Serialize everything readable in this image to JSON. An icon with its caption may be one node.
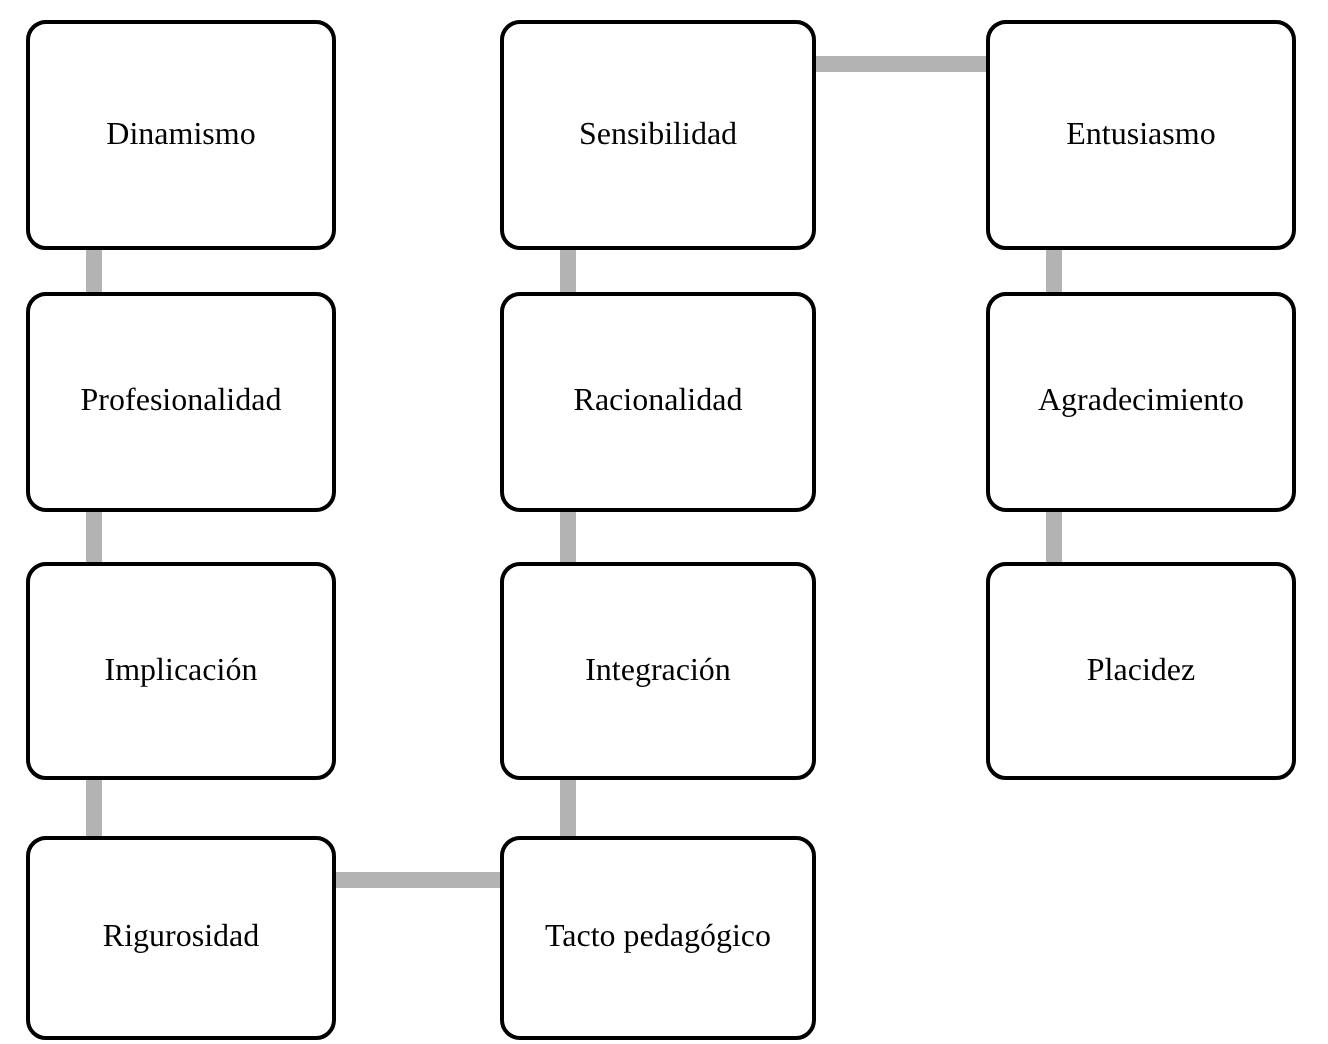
{
  "diagram": {
    "nodes": [
      {
        "text": [
          "Dinamismo"
        ]
      },
      {
        "text": [
          "Sensibilidad"
        ]
      },
      {
        "text": [
          "Entusiasmo"
        ]
      },
      {
        "text": [
          "Profesionalidad"
        ]
      },
      {
        "text": [
          "Racionalidad"
        ]
      },
      {
        "text": [
          "Agradecimiento"
        ]
      },
      {
        "text": [
          "Implicación"
        ]
      },
      {
        "text": [
          "Integración"
        ]
      },
      {
        "text": [
          "Placidez"
        ]
      },
      {
        "text": [
          "Rigurosidad"
        ]
      },
      {
        "text": [
          "Tacto pedagógico"
        ]
      }
    ],
    "edges": [
      {
        "from": 0,
        "to": 3,
        "arrow": "none"
      },
      {
        "from": 3,
        "to": 6,
        "arrow": "none"
      },
      {
        "from": 6,
        "to": 9,
        "arrow": "none"
      },
      {
        "from": 9,
        "to": 10,
        "arrow": "none"
      },
      {
        "from": 10,
        "to": 7,
        "arrow": "none"
      },
      {
        "from": 7,
        "to": 4,
        "arrow": "none"
      },
      {
        "from": 4,
        "to": 1,
        "arrow": "none"
      },
      {
        "from": 1,
        "to": 2,
        "arrow": "none"
      },
      {
        "from": 2,
        "to": 5,
        "arrow": "none"
      },
      {
        "from": 5,
        "to": 8,
        "arrow": "none"
      }
    ]
  }
}
